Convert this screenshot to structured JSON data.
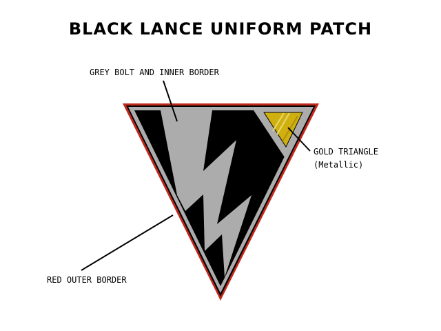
{
  "title": "BLACK LANCE UNIFORM PATCH",
  "labels": {
    "grey": "GREY BOLT AND INNER BORDER",
    "gold": "GOLD TRIANGLE",
    "gold_note": "(Metallic)",
    "red": "RED OUTER BORDER"
  },
  "colors": {
    "red": "#c0281c",
    "grey": "#acacac",
    "black": "#000000",
    "gold": "#d0b010",
    "gold_light": "#e8d870",
    "gold_dark": "#b09008"
  }
}
